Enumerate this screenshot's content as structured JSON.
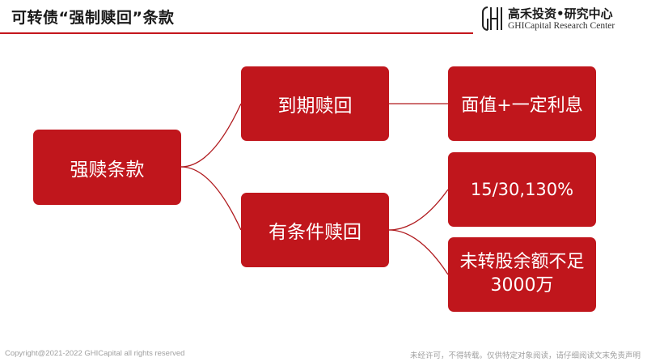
{
  "header": {
    "title": "可转债“强制赎回”条款"
  },
  "logo": {
    "cn": "高禾投资•研究中心",
    "en": "GHICapital Research Center"
  },
  "diagram": {
    "root": "强赎条款",
    "branches": [
      {
        "label": "到期赎回",
        "leaves": [
          "面值+一定利息"
        ]
      },
      {
        "label": "有条件赎回",
        "leaves": [
          "15/30,130%",
          "未转股余额不足3000万"
        ]
      }
    ]
  },
  "colors": {
    "node_fill": "#c0161c",
    "connector": "#b01a1e",
    "title_rule": "#c4161c"
  },
  "footer": {
    "copyright": "Copyright@2021-2022 GHICapital all rights reserved",
    "notice": "未经许可，不得转载。仅供特定对象阅读，请仔细阅读文末免责声明"
  }
}
